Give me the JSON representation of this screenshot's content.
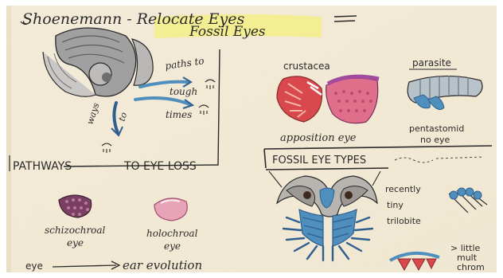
{
  "page": {
    "title_line1": "Shoenemann - Relocate Eyes",
    "title_line2": "Fossil Eyes"
  },
  "panel_pathways": {
    "text_paths": "paths to",
    "text_tough": "tough",
    "text_times": "times",
    "text_ways": "ways",
    "text_to": "to",
    "footer_a": "PATHWAYS",
    "footer_b": "TO EYE LOSS"
  },
  "panel_crustacean": {
    "label_left": "crustacea",
    "label_right": "parasite",
    "caption_left": "apposition eye",
    "caption_right_1": "pentastomid",
    "caption_right_2": "no eye"
  },
  "panel_fossil": {
    "title": "FOSSIL EYE TYPES",
    "trilobite_1": "recently",
    "trilobite_2": "tiny",
    "trilobite_3": "trilobite",
    "bottom_1": "> little",
    "bottom_2": "mult",
    "bottom_3": "chrom"
  },
  "panel_lenses": {
    "lens_left_1": "schizochroal",
    "lens_left_2": "eye",
    "lens_right_1": "holochroal",
    "lens_right_2": "eye",
    "evolution_a": "eye",
    "evolution_b": "ear evolution"
  },
  "colors": {
    "paper": "#f6efdd",
    "ink": "#2b2a2a",
    "blue": "#4f8fbe",
    "dark_blue": "#2f5f8f",
    "red": "#d9484c",
    "pink": "#e7a4b6",
    "magenta": "#a34b9c",
    "yellow": "#f4f05d",
    "grey": "#a1a0a0"
  }
}
